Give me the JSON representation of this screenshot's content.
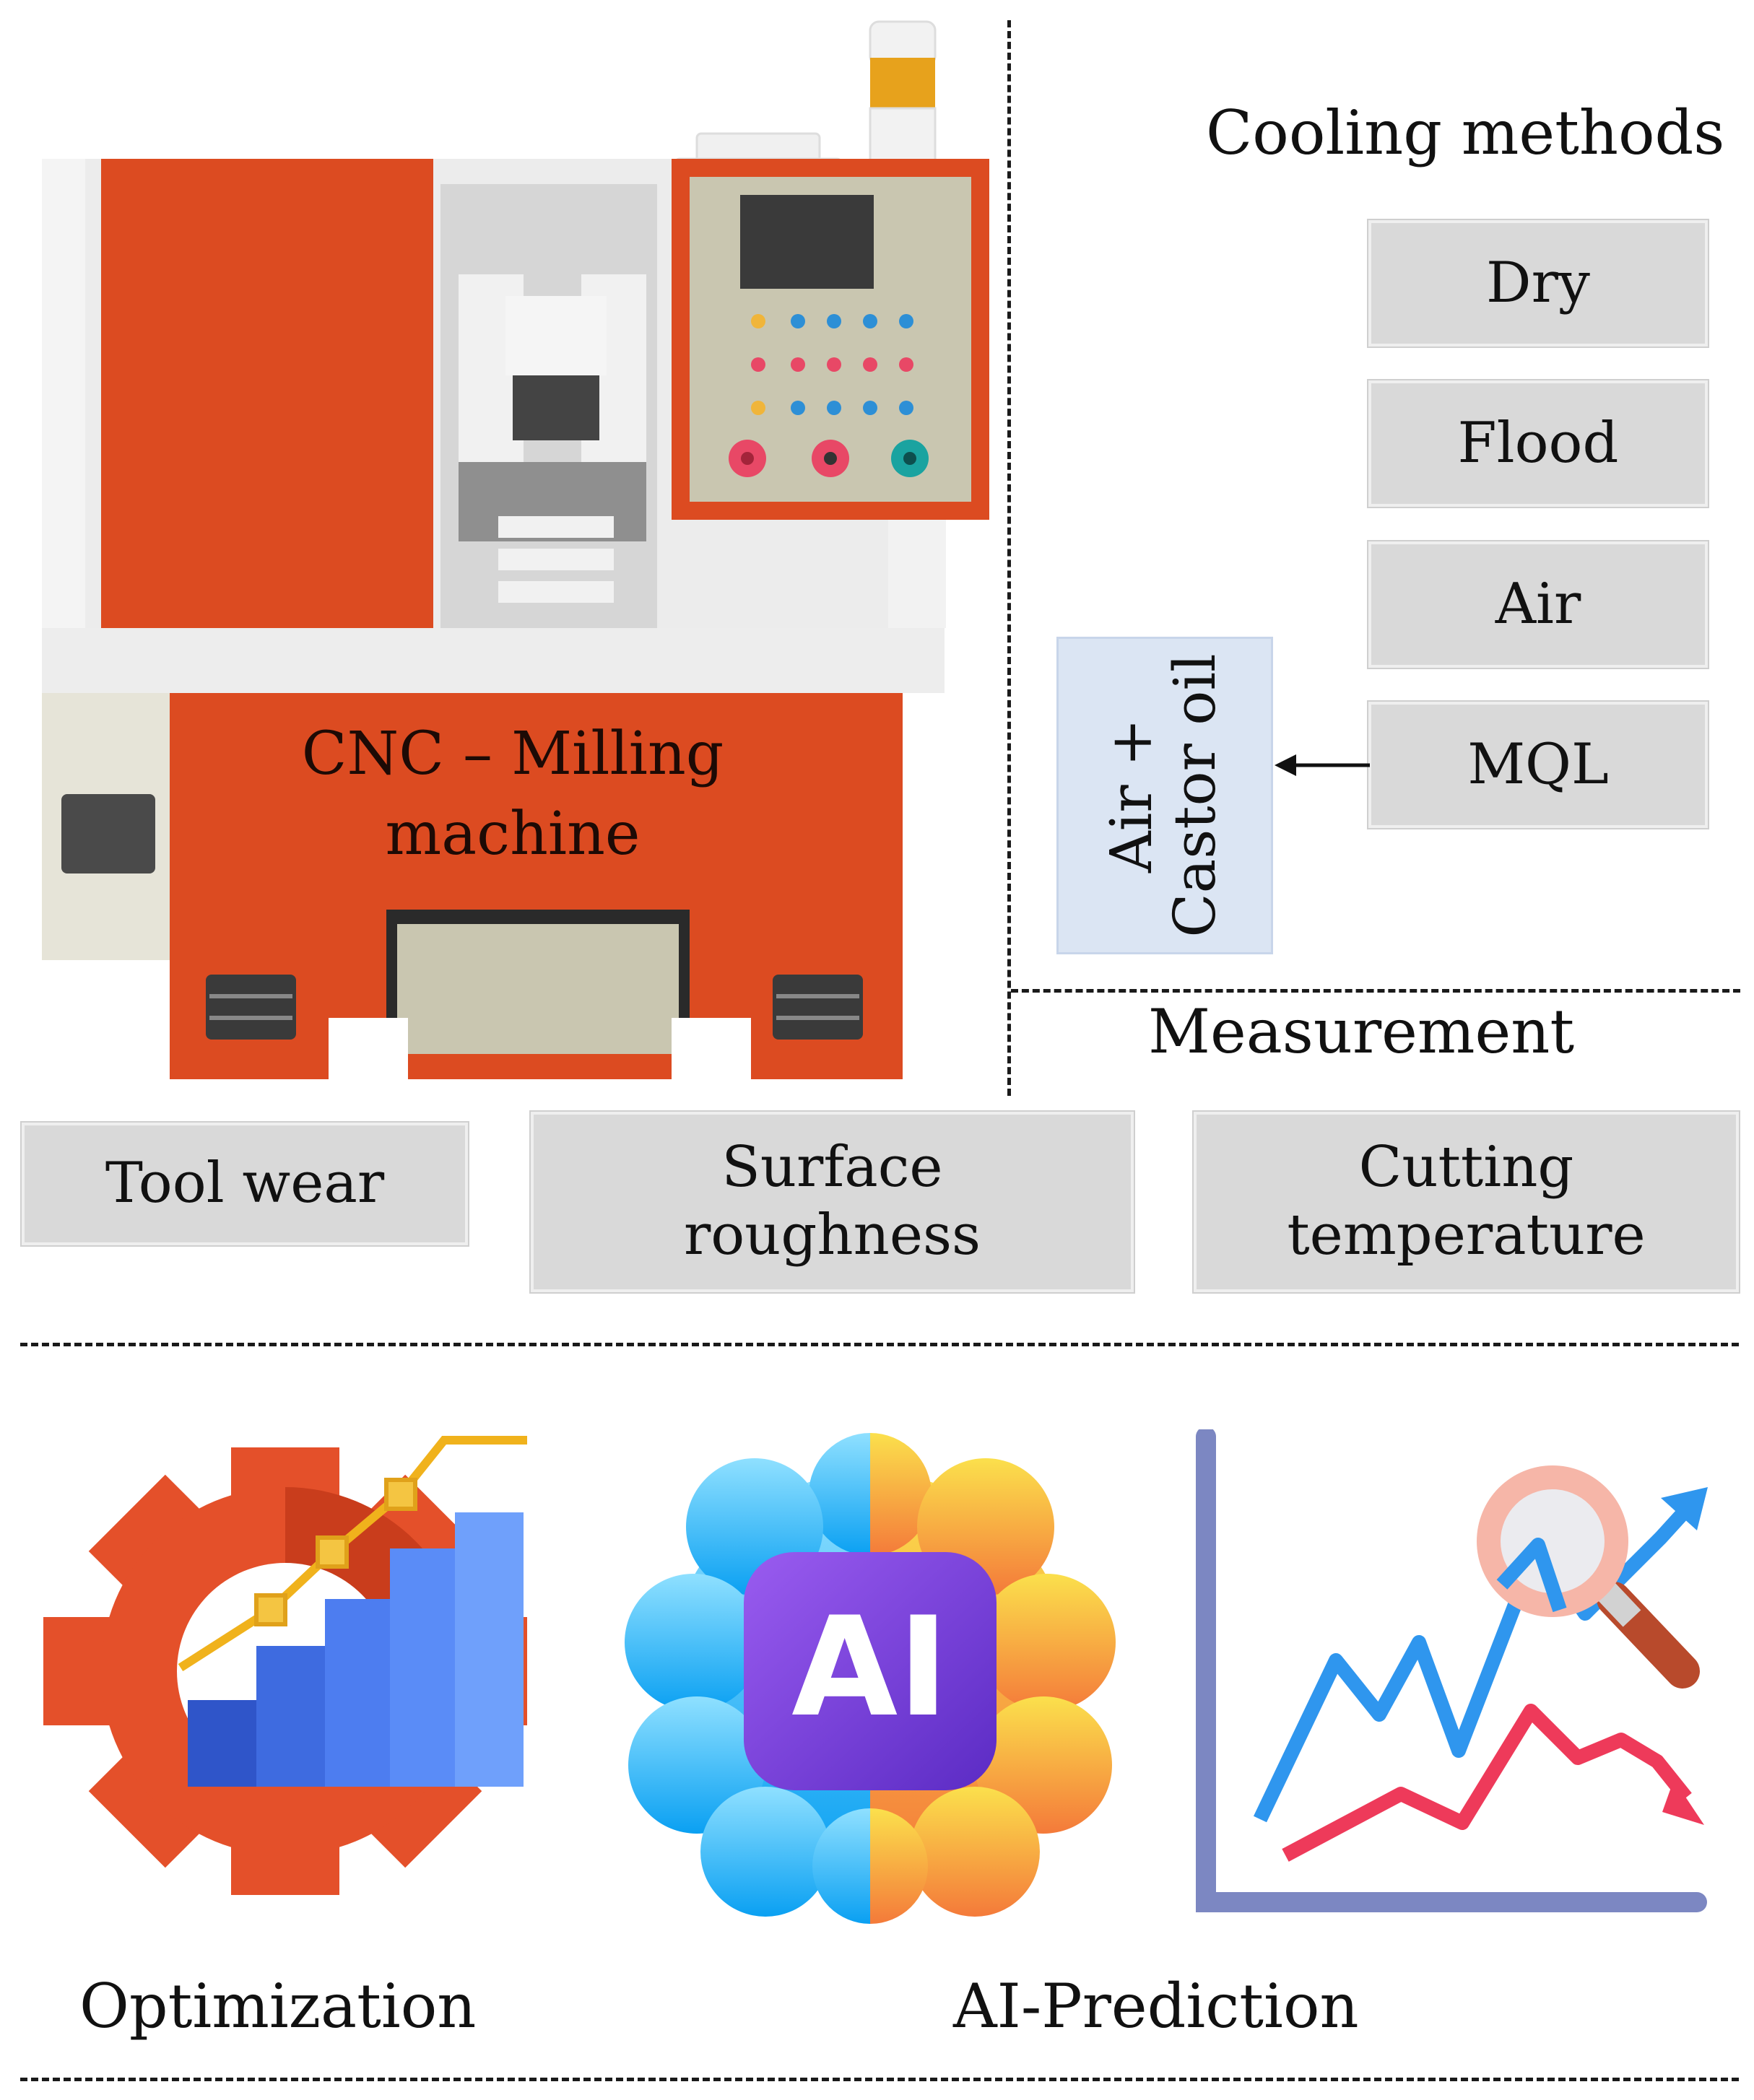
{
  "machine": {
    "label_line1": "CNC – Milling",
    "label_line2": "machine",
    "colors": {
      "body": "#dc4b21",
      "panel": "#c9c6b0",
      "frame": "#eaeaea",
      "screen": "#3a3a3a"
    }
  },
  "cooling": {
    "heading": "Cooling methods",
    "methods": [
      "Dry",
      "Flood",
      "Air",
      "MQL"
    ],
    "mql_detail_line1": "Air +",
    "mql_detail_line2": "Castor oil"
  },
  "measurement": {
    "heading": "Measurement",
    "items": [
      {
        "line1": "Tool wear",
        "line2": ""
      },
      {
        "line1": "Surface",
        "line2": "roughness"
      },
      {
        "line1": "Cutting",
        "line2": "temperature"
      }
    ]
  },
  "bottom": {
    "optimization_label": "Optimization",
    "prediction_label": "AI-Prediction",
    "ai_badge_text": "AI",
    "icons": [
      "gear-chart-icon",
      "ai-brain-icon",
      "trend-analysis-icon"
    ]
  }
}
